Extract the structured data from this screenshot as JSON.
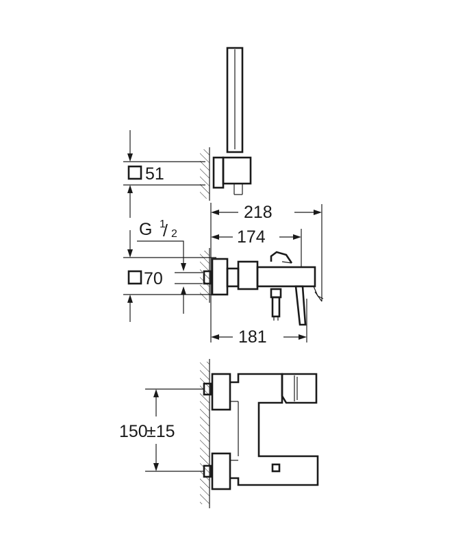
{
  "dimensions": {
    "holder_square_size": "51",
    "width_overall": "218",
    "thread_label": "G",
    "thread_num": "1",
    "thread_den": "2",
    "width_mid": "174",
    "flange_square_size": "70",
    "width_spout": "181",
    "centers": "150",
    "centers_tolerance": "±15"
  },
  "colors": {
    "line": "#1a1a1a",
    "background": "#ffffff"
  }
}
